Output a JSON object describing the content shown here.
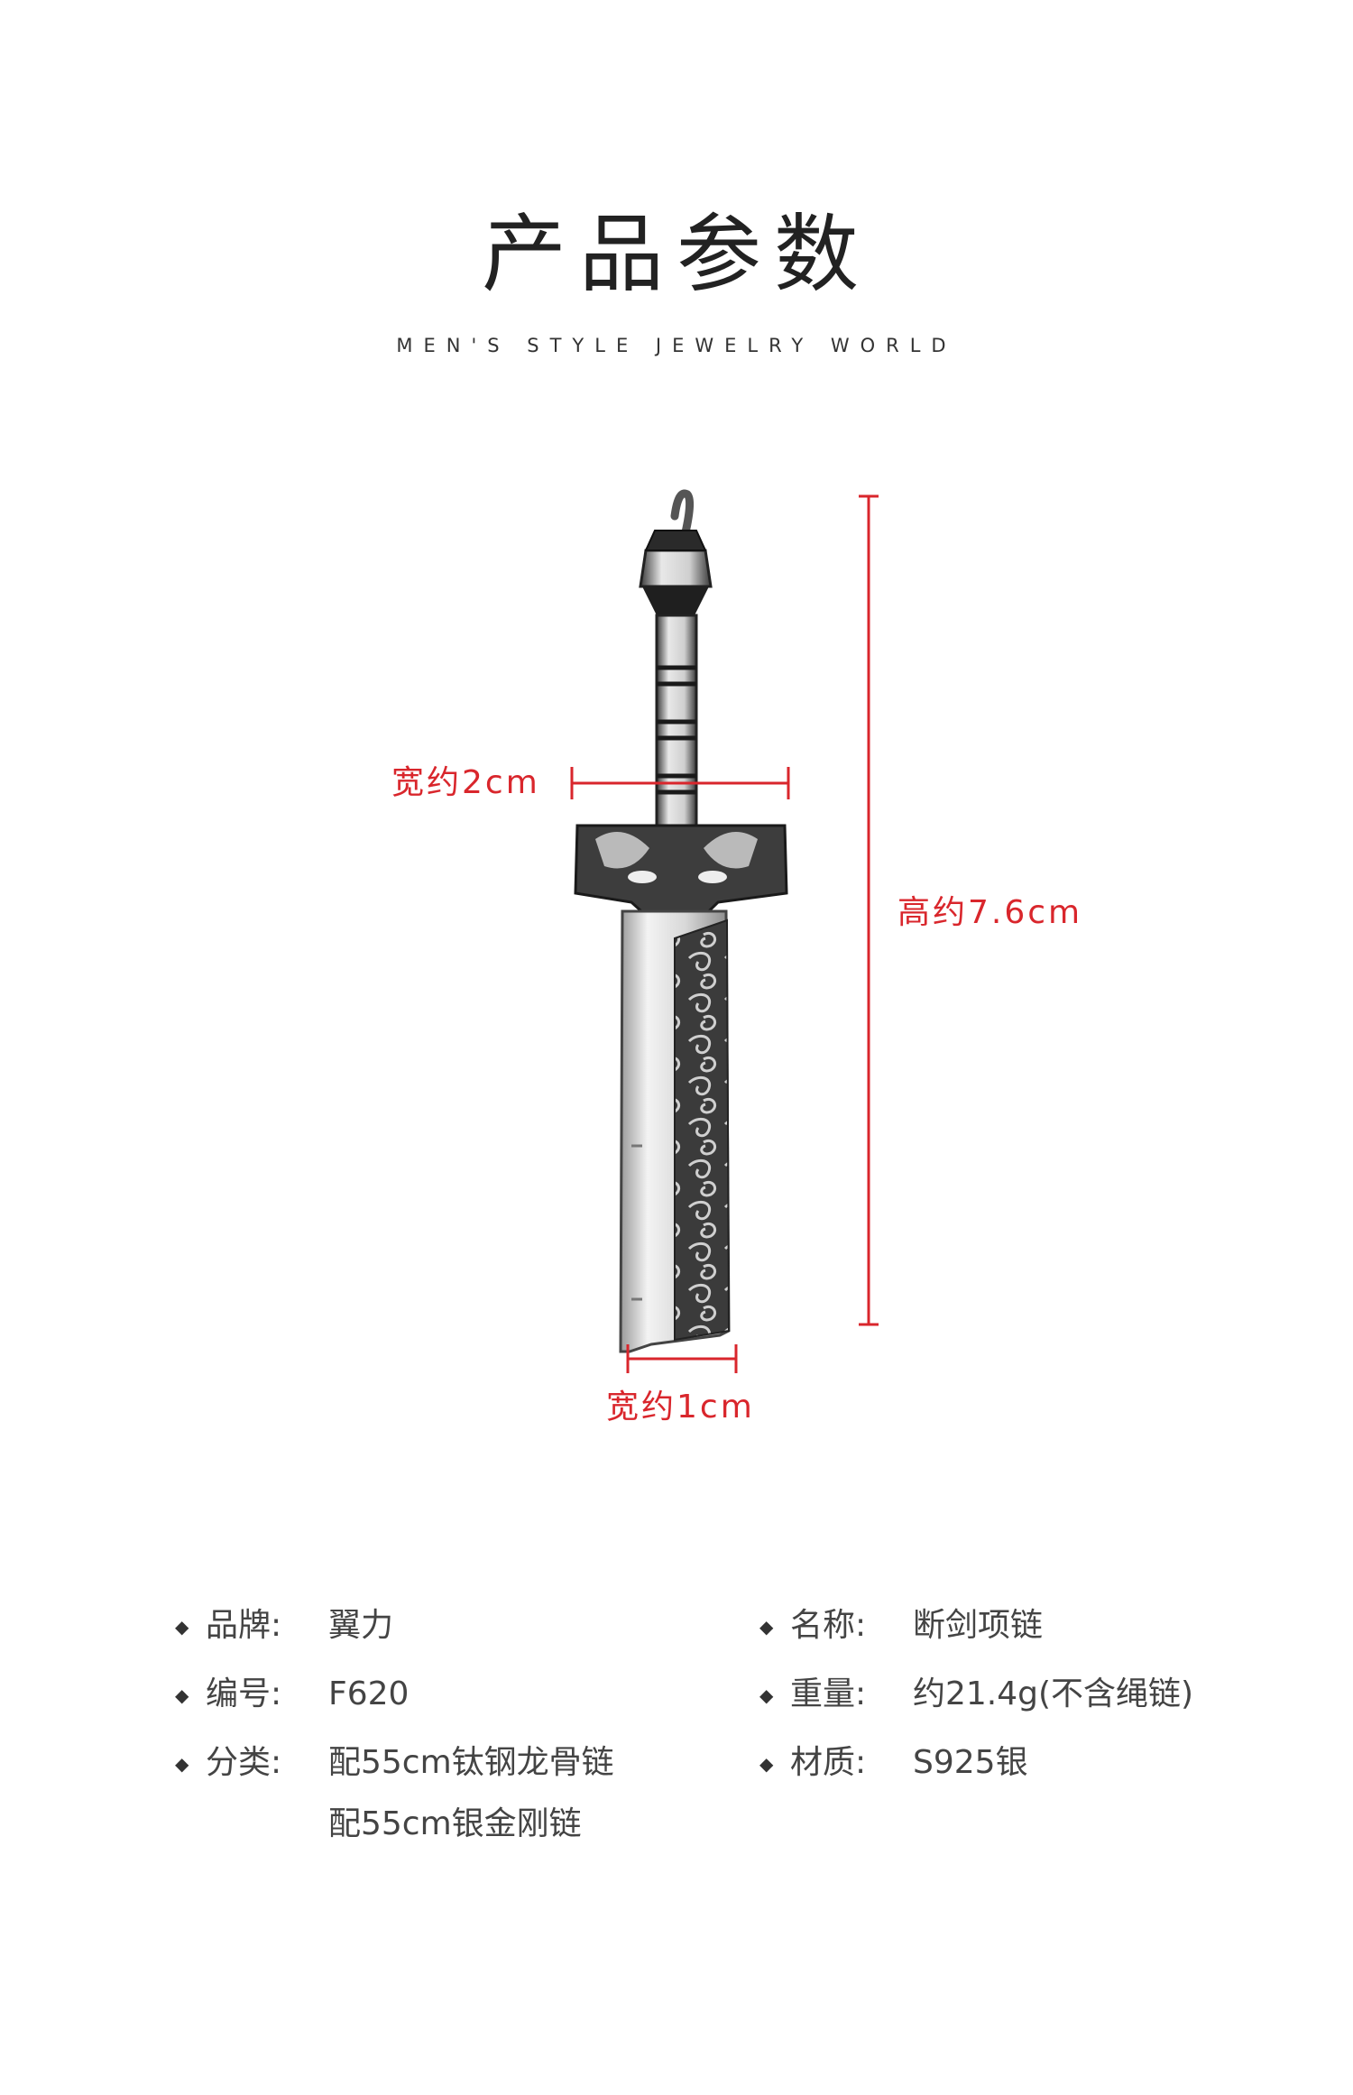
{
  "header": {
    "title": "产品参数",
    "subtitle": "MEN'S STYLE JEWELRY WORLD"
  },
  "dimensions": {
    "width_top": "宽约2cm",
    "height": "高约7.6cm",
    "width_bottom": "宽约1cm"
  },
  "specs": {
    "bullet": "◆",
    "brand": {
      "key": "品牌:",
      "value": "翼力"
    },
    "name": {
      "key": "名称:",
      "value": "断剑项链"
    },
    "code": {
      "key": "编号:",
      "value": "F620"
    },
    "weight": {
      "key": "重量:",
      "value": "约21.4g(不含绳链)"
    },
    "category": {
      "key": "分类:",
      "value": "配55cm钛钢龙骨链",
      "value2": "配55cm银金刚链"
    },
    "material": {
      "key": "材质:",
      "value": "S925银"
    }
  },
  "colors": {
    "dimension_red": "#d9262c",
    "silver_light": "#e6e6e6",
    "silver_dark": "#2a2a2a"
  }
}
